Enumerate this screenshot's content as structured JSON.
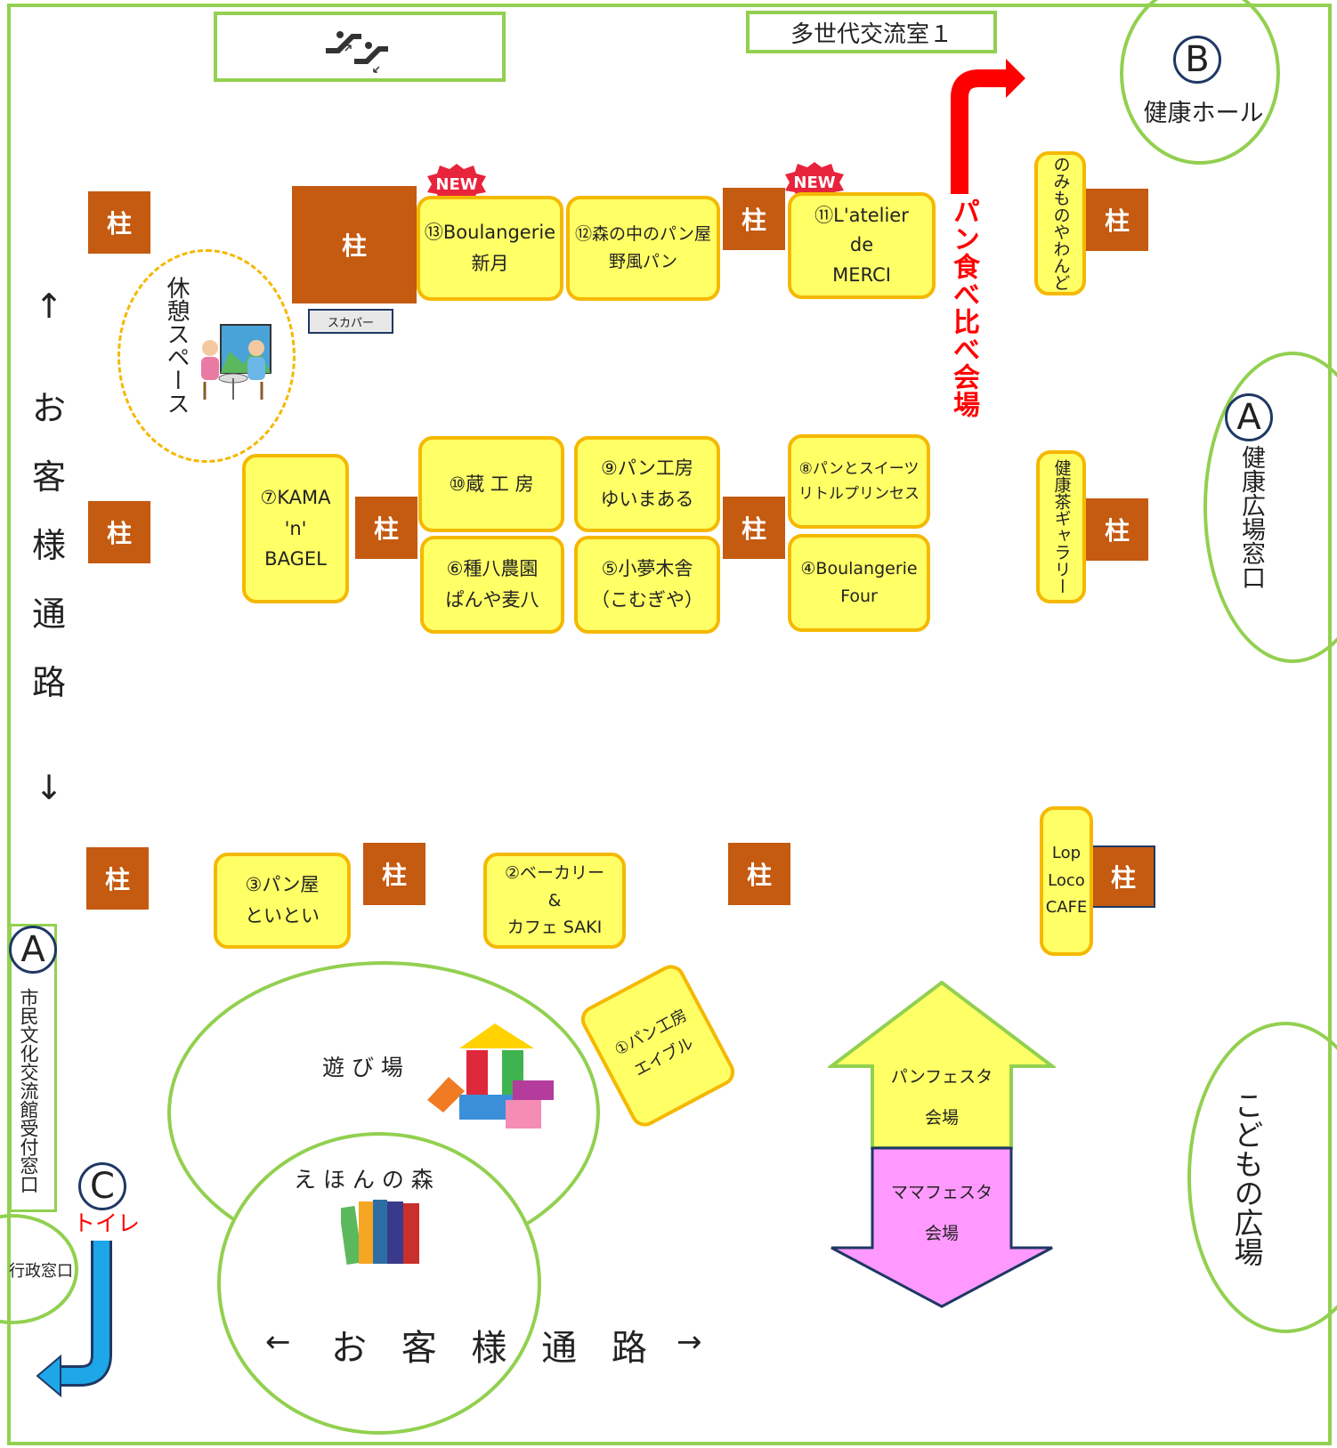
{
  "top": {
    "room_label": "多世代交流室１",
    "hall_letter": "B",
    "hall_label": "健康ホール",
    "bread_venue_label": "パン食べ比べ会場"
  },
  "pillar_label": "柱",
  "new_badge": "NEW",
  "rest_space_label": "休憩スペース",
  "sky_label": "スカパー",
  "aisle_left": {
    "up_arrow": "↑",
    "text": [
      "お",
      "客",
      "様",
      "通",
      "路"
    ],
    "down_arrow": "↓"
  },
  "aisle_bottom": {
    "left_arrow": "←",
    "text": "お 客 様 通 路",
    "right_arrow": "→"
  },
  "booths": {
    "b13": [
      "⑬Boulangerie",
      "新月"
    ],
    "b12": [
      "⑫森の中のパン屋",
      "野風パン"
    ],
    "b11": [
      "⑪L'atelier",
      "de",
      "MERCI"
    ],
    "b10": [
      "⑩蔵 工 房"
    ],
    "b9": [
      "⑨パン工房",
      "ゆいまある"
    ],
    "b8": [
      "⑧パンとスイーツ",
      "リトルプリンセス"
    ],
    "b7": [
      "⑦KAMA",
      "'n'",
      "BAGEL"
    ],
    "b6": [
      "⑥種八農園",
      "ぱんや麦八"
    ],
    "b5": [
      "⑤小夢木舎",
      "（こむぎや）"
    ],
    "b4": [
      "④Boulangerie",
      "Four"
    ],
    "b3": [
      "③パン屋",
      "といとい"
    ],
    "b2": [
      "②ベーカリー",
      "&",
      "カフェ SAKI"
    ],
    "b1": [
      "①パン工房",
      "エイブル"
    ],
    "lop": [
      "Lop",
      "Loco",
      "CAFE"
    ]
  },
  "side_booths": {
    "nomimono": "のみものやわんど",
    "tea_gallery": "健康茶ギャラリー"
  },
  "right": {
    "a_letter": "A",
    "a_label": "健康広場窓口",
    "kids_label": "こどもの広場"
  },
  "left": {
    "a_letter": "A",
    "a_label": "市民文化交流館受付窓口",
    "admin_label": "行政窓口",
    "c_letter": "C",
    "toilet_label": "トイレ"
  },
  "play_label": "遊 び 場",
  "ehon_label": "え ほ ん の 森",
  "arrows": {
    "pan_fest": [
      "パンフェスタ",
      "会場"
    ],
    "mama_fest": [
      "ママフェスタ",
      "会場"
    ]
  },
  "colors": {
    "frame": "#92d050",
    "pillar": "#c55a11",
    "booth": "#ffff66",
    "booth_border": "#f5b800",
    "red_arrow": "#ff0000",
    "pink_arrow": "#ff99ff",
    "blue_arrow": "#1ea7e8"
  }
}
